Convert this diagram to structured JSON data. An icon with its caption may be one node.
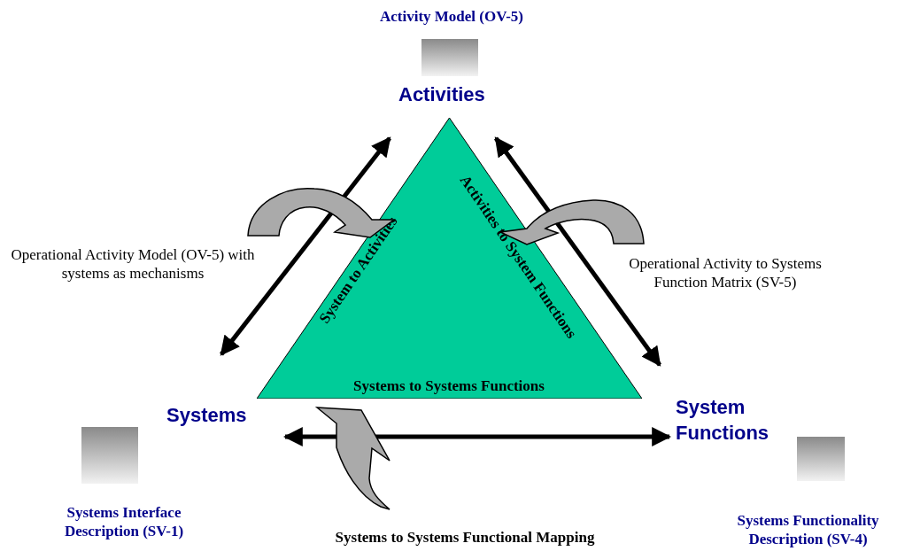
{
  "diagram": {
    "nodes": [
      {
        "text": [
          "Activities"
        ]
      },
      {
        "text": [
          "Systems"
        ]
      },
      {
        "text": [
          "System Functions"
        ]
      },
      {
        "text": [
          "System to Activities",
          "Activities to System Functions",
          "Systems to Systems Functions"
        ]
      }
    ],
    "edges": [
      {
        "from": 1,
        "to": 0,
        "arrow": "both"
      },
      {
        "from": 0,
        "to": 2,
        "arrow": "both"
      },
      {
        "from": 1,
        "to": 2,
        "arrow": "both"
      }
    ],
    "labels": [
      "Activity Model (OV-5)",
      "Operational Activity Model (OV-5) with systems as mechanisms",
      "Operational Activity to Systems Function Matrix (SV-5)",
      "Systems Interface Description (SV-1)",
      "Systems to Systems Functional Mapping",
      "Systems Functionality Description (SV-4)"
    ]
  }
}
